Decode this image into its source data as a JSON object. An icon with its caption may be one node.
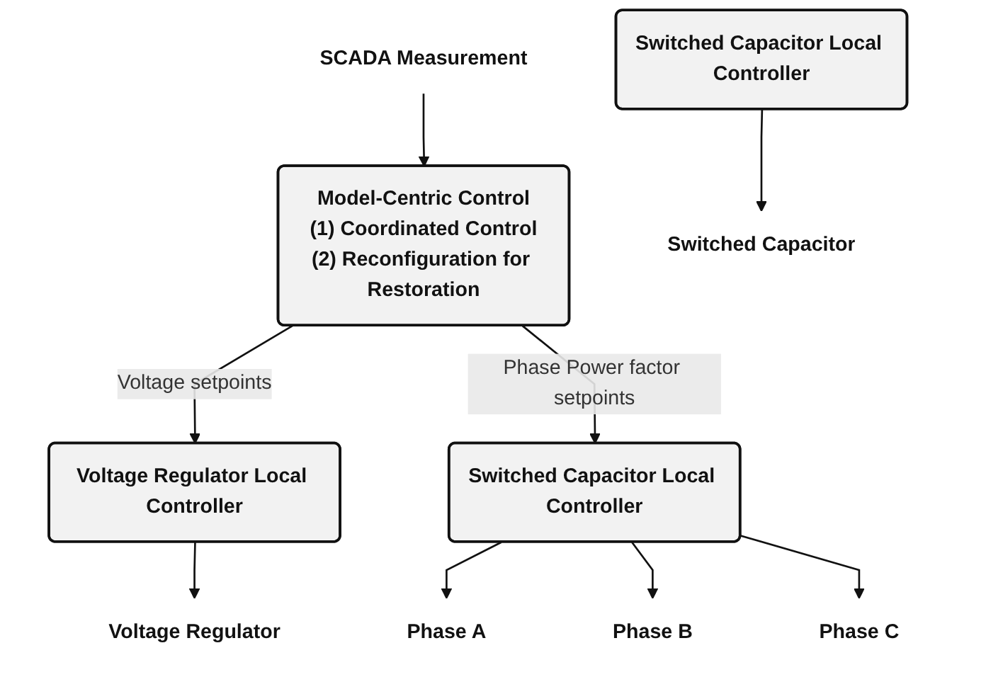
{
  "diagram": {
    "nodes": [
      {
        "text": [
          "Model-Centric Control",
          "(1) Coordinated Control",
          "(2) Reconfiguration for Restoration"
        ]
      },
      {
        "text": [
          "SCADA Measurement"
        ]
      },
      {
        "text": [
          "Voltage Regulator Local Controller"
        ]
      },
      {
        "text": [
          "Switched Capacitor Local Controller"
        ]
      },
      {
        "text": [
          "Switched Capacitor Local Controller"
        ]
      },
      {
        "text": [
          "Voltage Regulator"
        ]
      },
      {
        "text": [
          "Phase A"
        ]
      },
      {
        "text": [
          "Phase B"
        ]
      },
      {
        "text": [
          "Phase C"
        ]
      },
      {
        "text": [
          "Switched Capacitor"
        ]
      }
    ],
    "edges": [
      {
        "from": 1,
        "to": 0,
        "arrow": "to"
      },
      {
        "from": 0,
        "to": 2,
        "arrow": "to",
        "label": "Voltage setpoints"
      },
      {
        "from": 0,
        "to": 3,
        "arrow": "to",
        "label": "Phase Power factor setpoints"
      },
      {
        "from": 2,
        "to": 5,
        "arrow": "to"
      },
      {
        "from": 3,
        "to": 6,
        "arrow": "to"
      },
      {
        "from": 3,
        "to": 7,
        "arrow": "to"
      },
      {
        "from": 3,
        "to": 8,
        "arrow": "to"
      },
      {
        "from": 4,
        "to": 9,
        "arrow": "to"
      }
    ]
  }
}
